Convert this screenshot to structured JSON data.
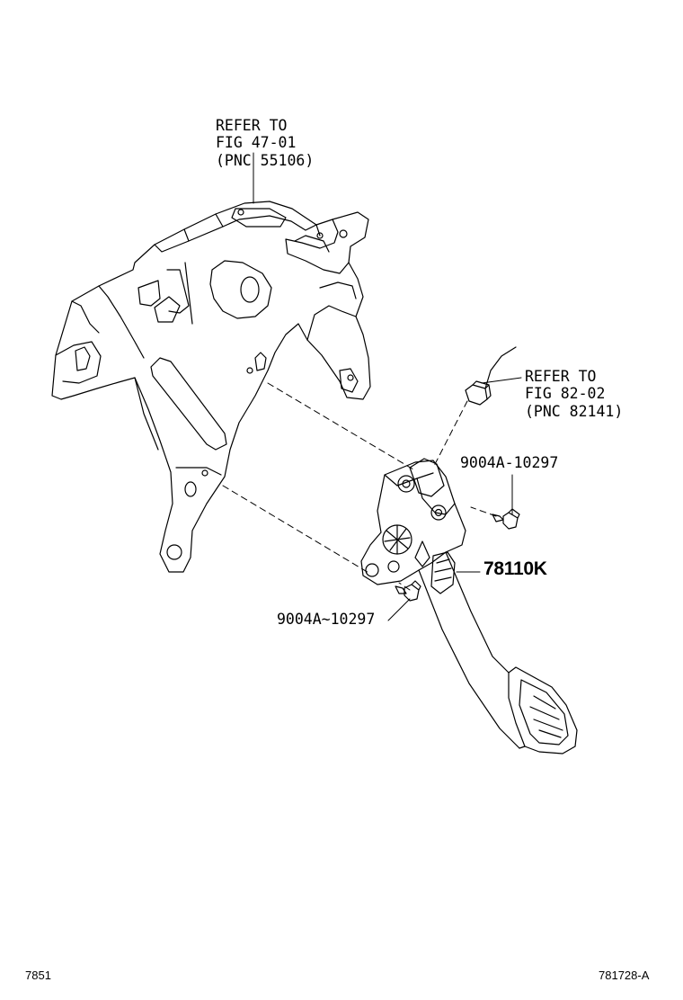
{
  "callouts": {
    "bracket_ref": {
      "line1": "REFER TO",
      "line2": "FIG 47-01",
      "line3": "(PNC 55106)"
    },
    "sensor_ref": {
      "line1": "REFER TO",
      "line2": "FIG 82-02",
      "line3": "(PNC 82141)"
    },
    "bolt_upper": "9004A-10297",
    "bolt_lower": "9004A~10297",
    "pedal_part": "78110K"
  },
  "footer": {
    "left_code": "7851",
    "right_code": "781728-A"
  }
}
